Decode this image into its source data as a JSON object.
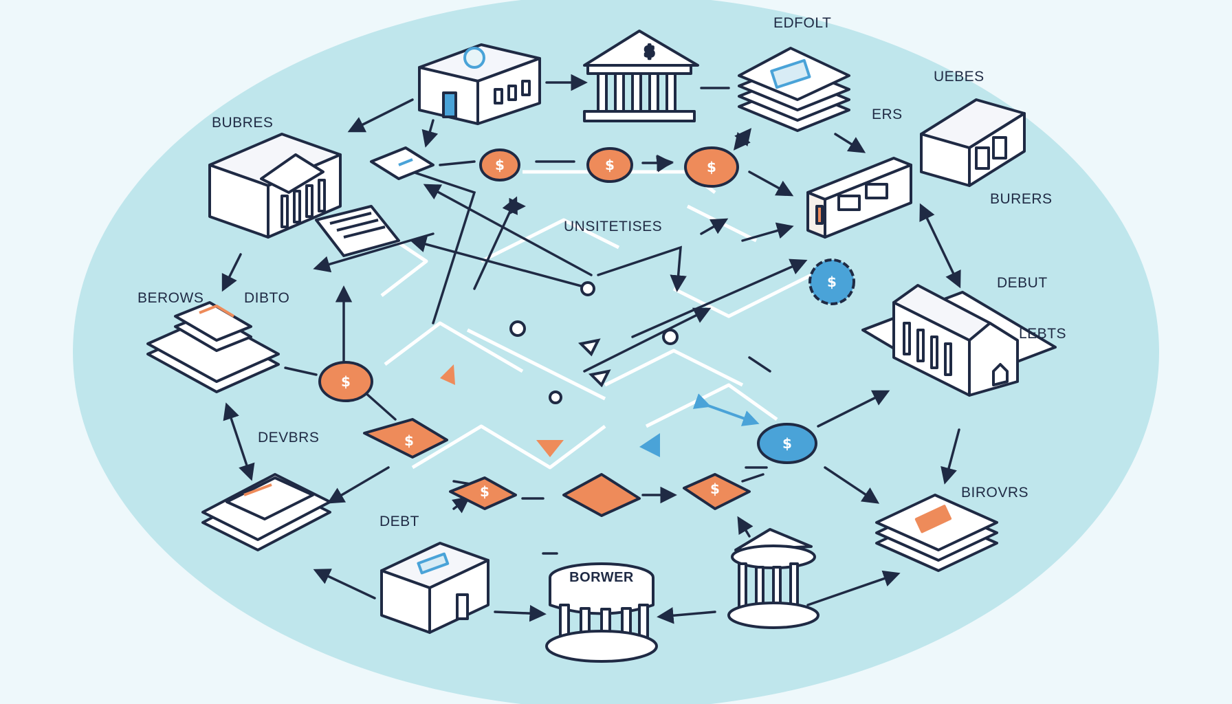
{
  "labels": {
    "edfolt": "EDFOLT",
    "uebes": "UEBES",
    "ers": "ERS",
    "bubres": "BUBRES",
    "burers": "BURERS",
    "unsitetises": "UNSITETISES",
    "berows": "BEROWS",
    "dibto": "DIBTO",
    "debut": "DEBUT",
    "lebts": "LEBTS",
    "devbrs": "DEVBRS",
    "birovrs": "BIROVRS",
    "debt": "DEBT",
    "borwer": "BORWER"
  },
  "coin_symbol": "$",
  "colors": {
    "background": "#bfe6ec",
    "outline": "#1f2a44",
    "coin_orange": "#ee8b5a",
    "coin_blue": "#4aa3d8",
    "path_white": "#ffffff"
  }
}
